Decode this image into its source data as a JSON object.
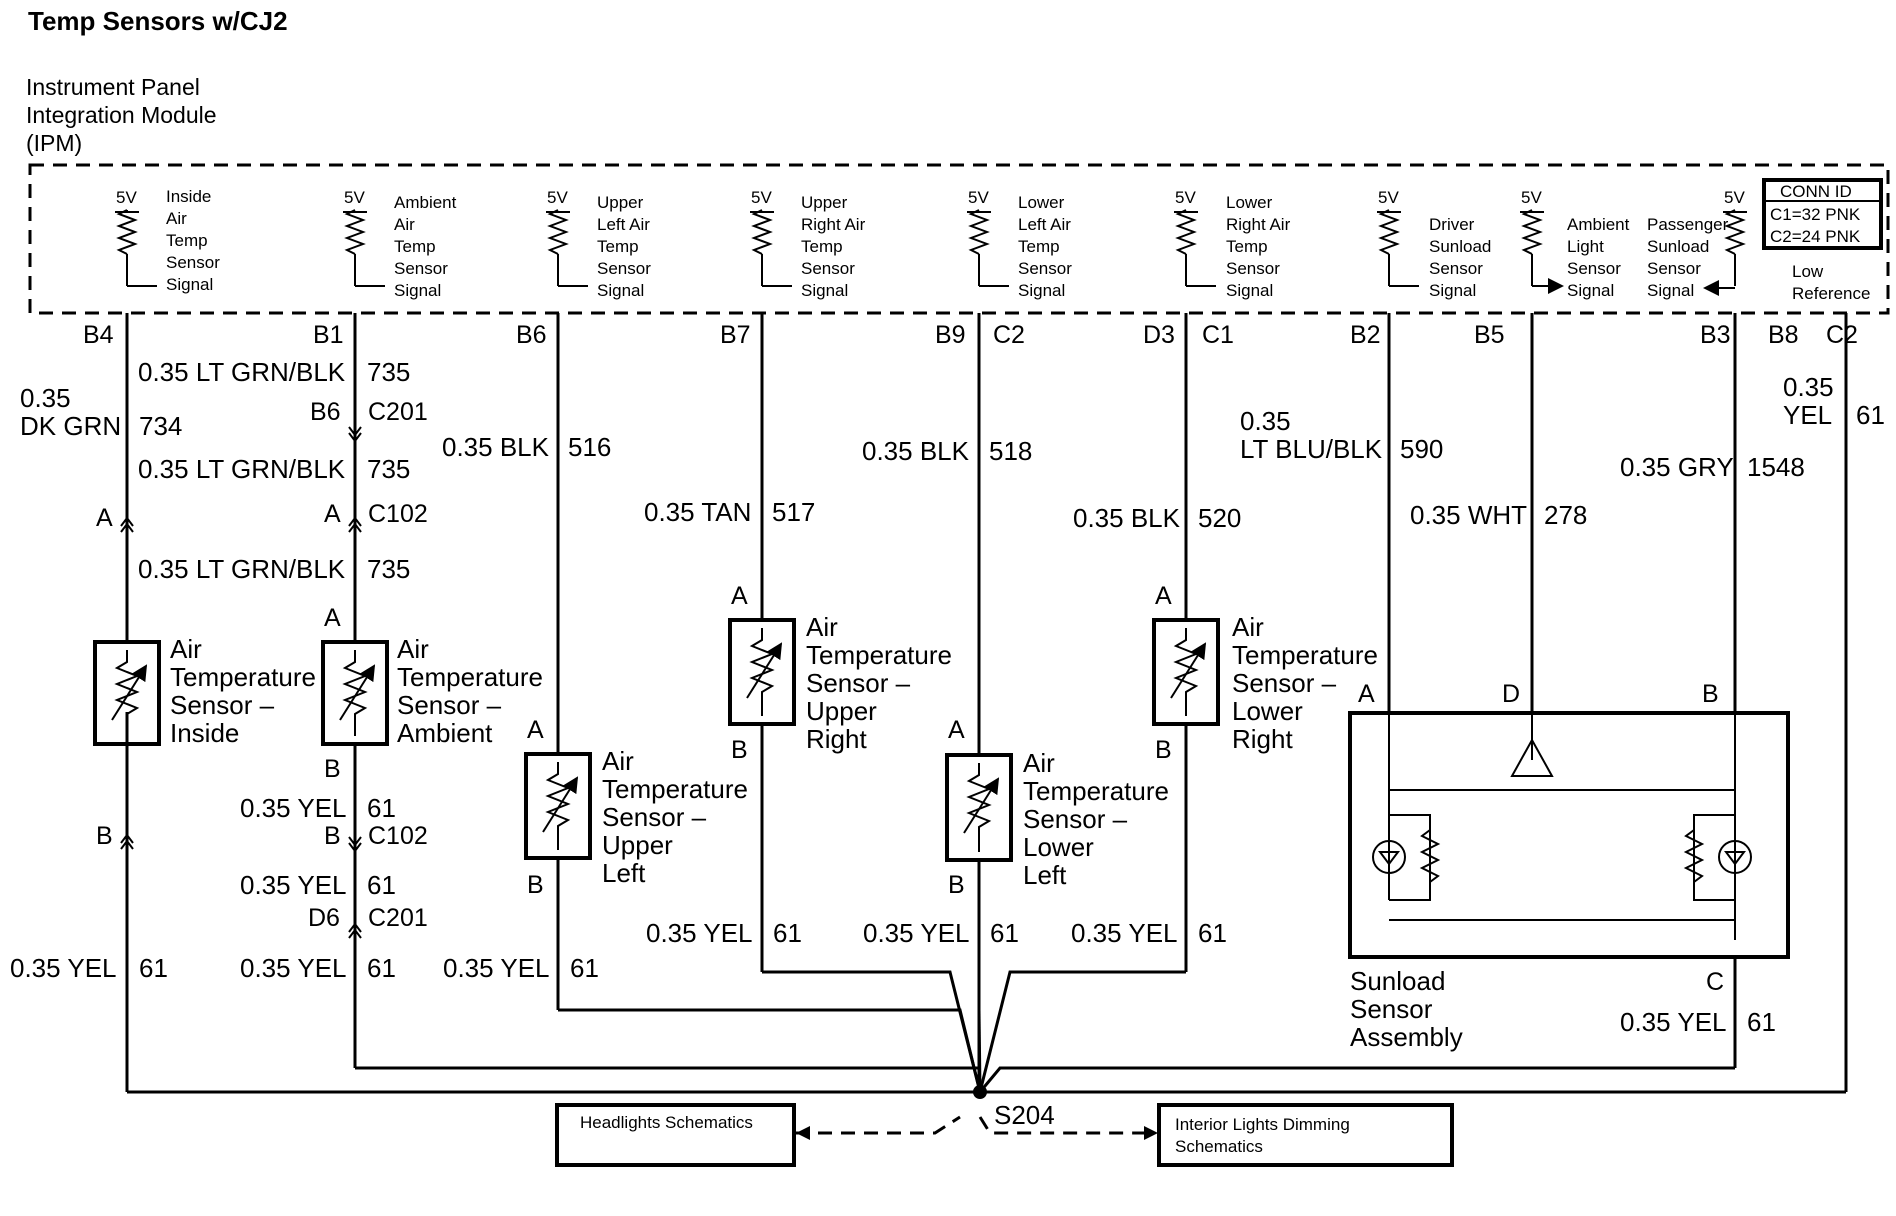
{
  "title": "Temp Sensors w/CJ2",
  "module": {
    "lines": [
      "Instrument Panel",
      "Integration Module",
      "(IPM)"
    ]
  },
  "conn_id": {
    "header": "CONN ID",
    "c1": "C1=32 PNK",
    "c2": "C2=24 PNK"
  },
  "voltage_label": "5V",
  "module_signals": [
    [
      "Inside",
      "Air",
      "Temp",
      "Sensor",
      "Signal"
    ],
    [
      "Ambient",
      "Air",
      "Temp",
      "Sensor",
      "Signal"
    ],
    [
      "Upper",
      "Left Air",
      "Temp",
      "Sensor",
      "Signal"
    ],
    [
      "Upper",
      "Right Air",
      "Temp",
      "Sensor",
      "Signal"
    ],
    [
      "Lower",
      "Left Air",
      "Temp",
      "Sensor",
      "Signal"
    ],
    [
      "Lower",
      "Right Air",
      "Temp",
      "Sensor",
      "Signal"
    ],
    [
      "Driver",
      "Sunload",
      "Sensor",
      "Signal"
    ],
    [
      "Ambient",
      "Light",
      "Sensor",
      "Signal"
    ],
    [
      "Passenger",
      "Sunload",
      "Sensor",
      "Signal"
    ],
    [
      "Low",
      "Reference"
    ]
  ],
  "pins": [
    "B4",
    "B1",
    "B6",
    "B7",
    "B9",
    "C2",
    "D3",
    "C1",
    "B2",
    "B5",
    "B3",
    "B8",
    "C2"
  ],
  "wires": {
    "w734_size": "0.35",
    "w734_color": "DK GRN",
    "w734_num": "734",
    "w735_label": "0.35 LT GRN/BLK",
    "w735_num": "735",
    "w516_label": "0.35 BLK",
    "w516_num": "516",
    "w517_label": "0.35 TAN",
    "w517_num": "517",
    "w518_label": "0.35 BLK",
    "w518_num": "518",
    "w520_label": "0.35 BLK",
    "w520_num": "520",
    "w590_size": "0.35",
    "w590_color": "LT BLU/BLK",
    "w590_num": "590",
    "w278_label": "0.35 WHT",
    "w278_num": "278",
    "w1548_label": "0.35 GRY",
    "w1548_num": "1548",
    "yel_size": "0.35",
    "yel_color": "YEL",
    "yel_label": "0.35 YEL",
    "yel_num": "61"
  },
  "connectors": {
    "b6": "B6",
    "c201": "C201",
    "a": "A",
    "b": "B",
    "c102": "C102",
    "d6": "D6",
    "c": "C",
    "d": "D"
  },
  "sensors": {
    "inside": [
      "Air",
      "Temperature",
      "Sensor –",
      "Inside"
    ],
    "ambient": [
      "Air",
      "Temperature",
      "Sensor –",
      "Ambient"
    ],
    "upper_left": [
      "Air",
      "Temperature",
      "Sensor –",
      "Upper",
      "Left"
    ],
    "upper_right": [
      "Air",
      "Temperature",
      "Sensor –",
      "Upper",
      "Right"
    ],
    "lower_left": [
      "Air",
      "Temperature",
      "Sensor –",
      "Lower",
      "Left"
    ],
    "lower_right": [
      "Air",
      "Temperature",
      "Sensor –",
      "Lower",
      "Right"
    ]
  },
  "sunload": [
    "Sunload",
    "Sensor",
    "Assembly"
  ],
  "splice": "S204",
  "links": {
    "headlights": "Headlights Schematics",
    "dimming": [
      "Interior Lights Dimming",
      "Schematics"
    ]
  }
}
